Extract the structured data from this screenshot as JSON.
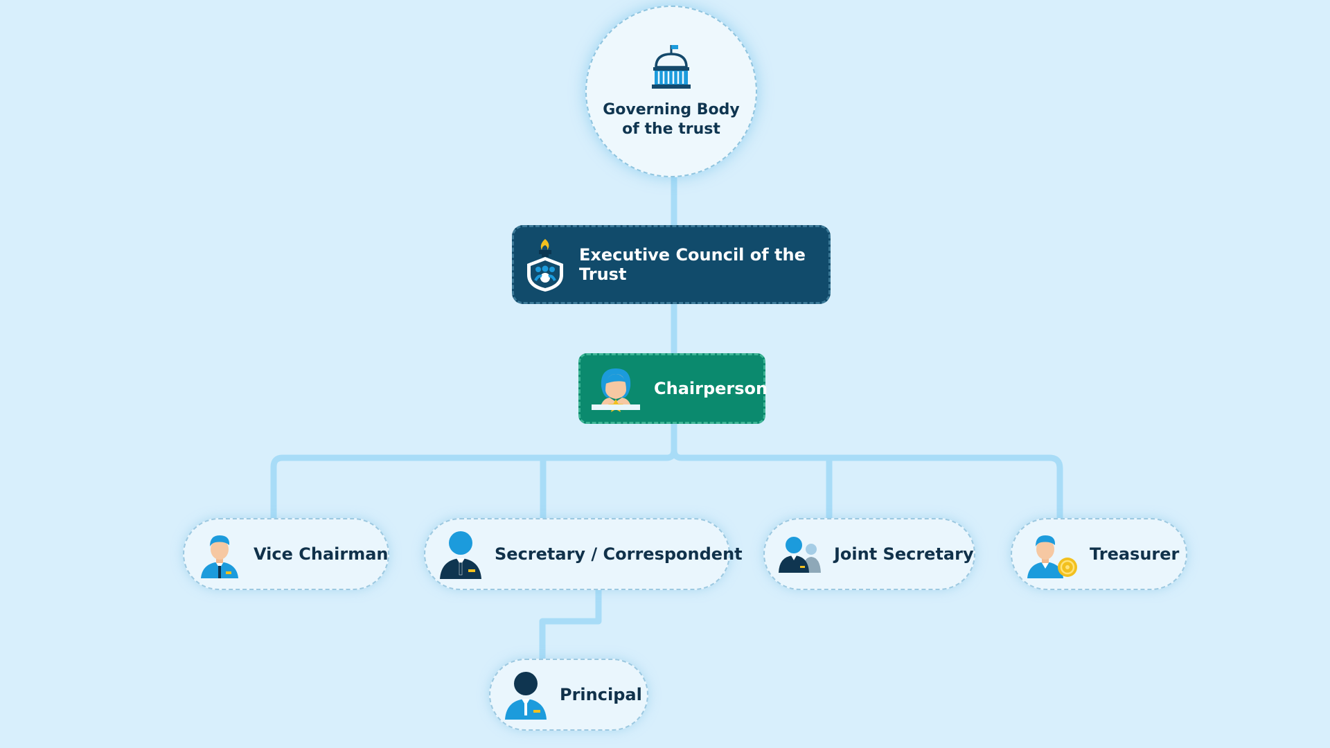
{
  "diagram": {
    "root": {
      "label_line1": "Governing Body",
      "label_line2": "of the trust",
      "icon": "government-building-icon"
    },
    "council": {
      "label": "Executive Council of the Trust",
      "icon": "council-shield-icon"
    },
    "chair": {
      "label": "Chairperson",
      "icon": "chairperson-award-icon"
    },
    "officers": [
      {
        "label": "Vice Chairman",
        "icon": "vice-chairman-person-icon"
      },
      {
        "label": "Secretary / Correspondent",
        "icon": "secretary-person-icon"
      },
      {
        "label": "Joint Secretary",
        "icon": "joint-secretary-group-icon"
      },
      {
        "label": "Treasurer",
        "icon": "treasurer-coin-icon"
      }
    ],
    "principal": {
      "label": "Principal",
      "icon": "principal-person-icon"
    },
    "colors": {
      "background": "#d8effc",
      "connector": "#a8dcf7",
      "council_fill": "#114b6b",
      "chair_fill": "#0b8a6e",
      "node_fill": "#eaf6fd",
      "text_dark": "#10314a",
      "accent_blue": "#1c9bdc",
      "accent_yellow": "#f2c01e"
    }
  }
}
